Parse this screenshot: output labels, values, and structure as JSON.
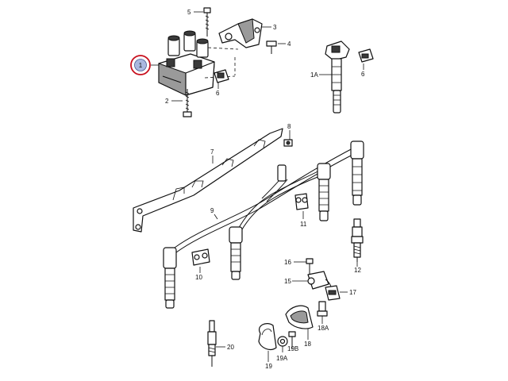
{
  "diagram": {
    "highlight": {
      "label": "1",
      "ring_color": "#c8101e",
      "fill_color": "#aab8df"
    },
    "callouts": [
      {
        "id": "c5",
        "label": "5"
      },
      {
        "id": "c3",
        "label": "3"
      },
      {
        "id": "c4",
        "label": "4"
      },
      {
        "id": "c2",
        "label": "2"
      },
      {
        "id": "c6a",
        "label": "6"
      },
      {
        "id": "c1A",
        "label": "1A"
      },
      {
        "id": "c6b",
        "label": "6"
      },
      {
        "id": "c8",
        "label": "8"
      },
      {
        "id": "c7",
        "label": "7"
      },
      {
        "id": "c9",
        "label": "9"
      },
      {
        "id": "c11",
        "label": "11"
      },
      {
        "id": "c10",
        "label": "10"
      },
      {
        "id": "c16",
        "label": "16"
      },
      {
        "id": "c15",
        "label": "15"
      },
      {
        "id": "c17",
        "label": "17"
      },
      {
        "id": "c12",
        "label": "12"
      },
      {
        "id": "c18A",
        "label": "18A"
      },
      {
        "id": "c18",
        "label": "18"
      },
      {
        "id": "c19B",
        "label": "19B"
      },
      {
        "id": "c19A",
        "label": "19A"
      },
      {
        "id": "c19",
        "label": "19"
      },
      {
        "id": "c20",
        "label": "20"
      }
    ]
  }
}
